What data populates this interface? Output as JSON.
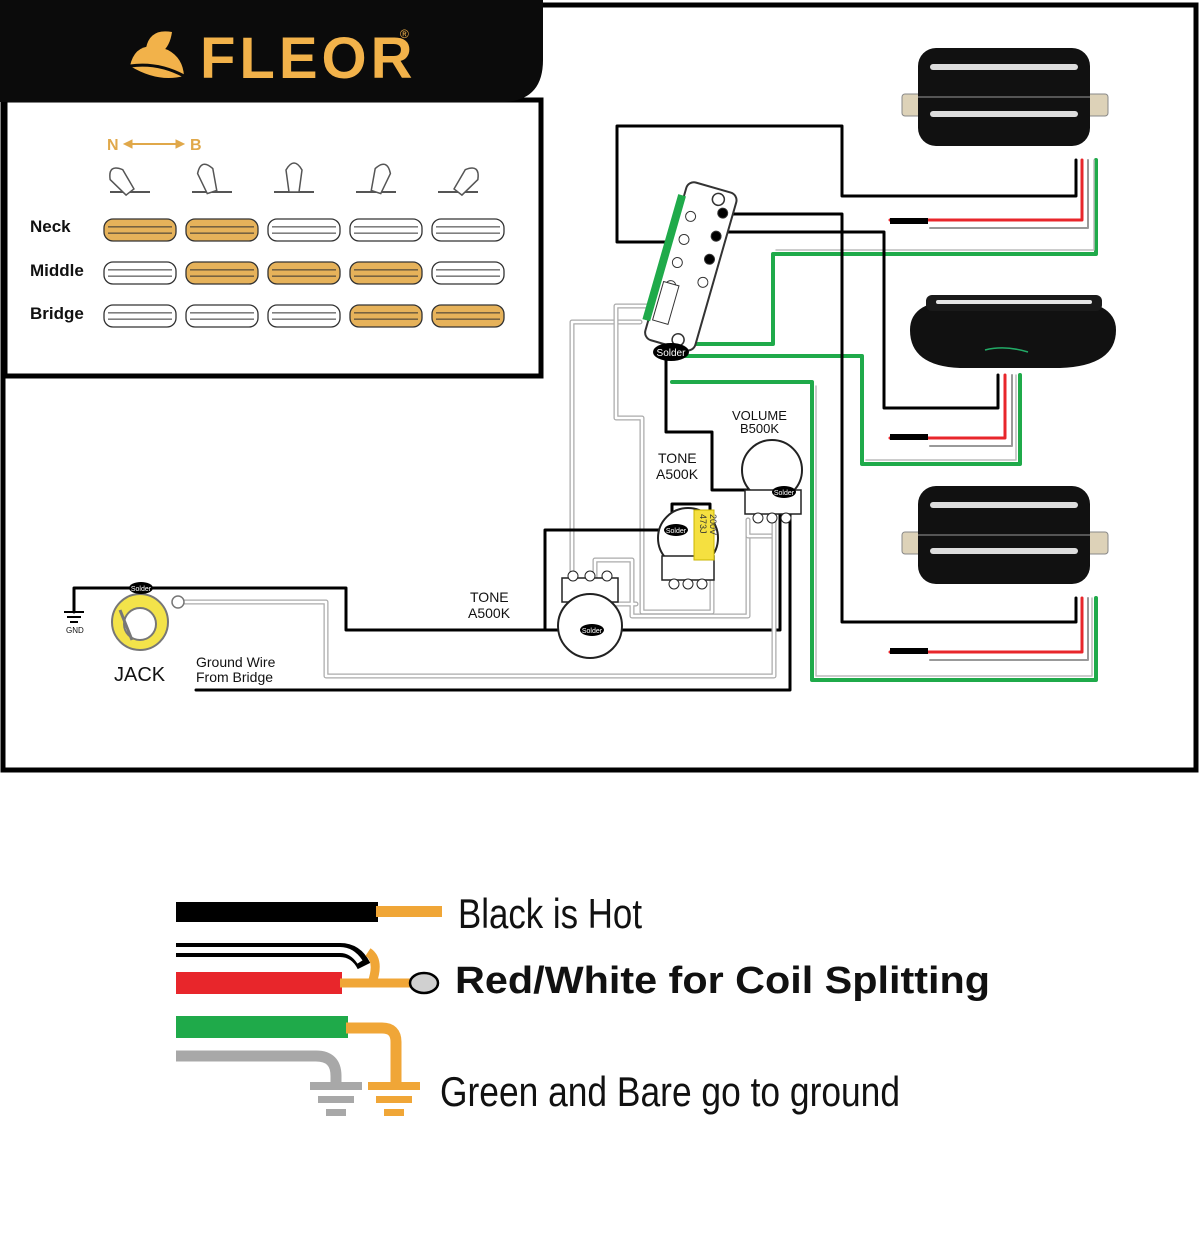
{
  "brand": {
    "name": "FLEOR",
    "registered": "®",
    "logo_color": "#f2b24a",
    "bar_color": "#0b0b0b"
  },
  "positions": {
    "direction_left": "N",
    "direction_right": "B",
    "rows": [
      {
        "label": "Neck",
        "on": [
          true,
          true,
          false,
          false,
          false
        ]
      },
      {
        "label": "Middle",
        "on": [
          false,
          true,
          true,
          true,
          false
        ]
      },
      {
        "label": "Bridge",
        "on": [
          false,
          false,
          false,
          true,
          true
        ]
      }
    ],
    "on_color": "#e6b25a",
    "off_color": "#ffffff"
  },
  "components": {
    "volume": {
      "name": "VOLUME",
      "value": "B500K"
    },
    "tone1": {
      "name": "TONE",
      "value": "A500K"
    },
    "tone2": {
      "name": "TONE",
      "value": "A500K"
    },
    "capacitor": {
      "line1": "473J",
      "line2": "200V"
    },
    "solder": "Solder",
    "jack": "JACK",
    "gnd": "GND",
    "ground_wire_line1": "Ground Wire",
    "ground_wire_line2": "From Bridge"
  },
  "legend": {
    "hot": "Black is Hot",
    "split": "Red/White for Coil Splitting",
    "ground": "Green and Bare go to ground",
    "colors": {
      "black": "#000000",
      "red": "#e8262b",
      "green": "#1faa4a",
      "bare": "#a8a8a8",
      "orange": "#f0a637",
      "gray": "#c8c8c8"
    }
  }
}
